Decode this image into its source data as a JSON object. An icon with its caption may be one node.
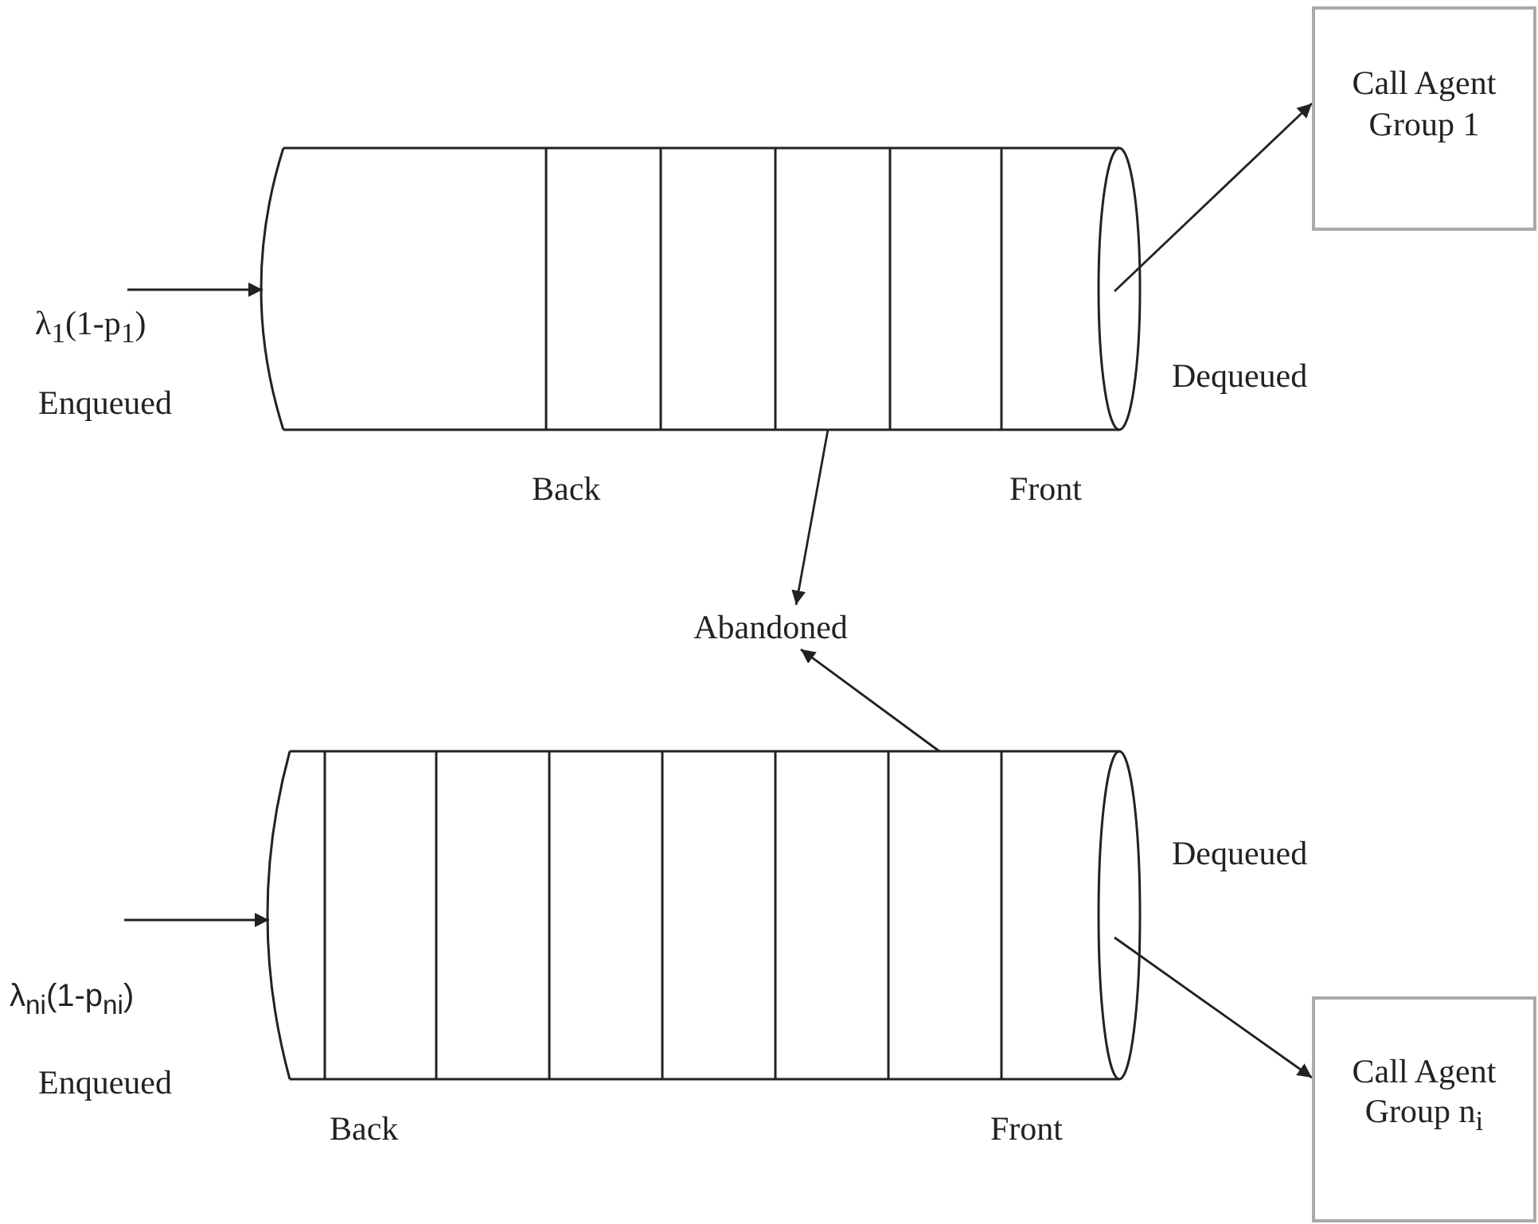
{
  "diagram": {
    "nodes": [
      {
        "text": [],
        "shape": "cylinder"
      },
      {
        "text": [
          "Call Agent Group 1"
        ]
      },
      {
        "text": [
          "Abandoned"
        ]
      },
      {
        "text": [],
        "shape": "cylinder"
      },
      {
        "text": [
          "Call Agent Group n$_{i}$"
        ]
      }
    ],
    "edges": [
      {
        "from": null,
        "to": 0,
        "arrow": "to"
      },
      {
        "from": 0,
        "to": 1,
        "arrow": "to"
      },
      {
        "from": 0,
        "to": 2,
        "arrow": "to"
      },
      {
        "from": 3,
        "to": 2,
        "arrow": "to"
      },
      {
        "from": null,
        "to": 3,
        "arrow": "to"
      },
      {
        "from": 3,
        "to": 4,
        "arrow": "to"
      }
    ],
    "labels": [
      "λ$_{1}$(1-p$_{1}$)",
      "Enqueued",
      "Dequeued",
      "Back",
      "Front",
      "Dequeued",
      "λ$_{ni}$(1-p$_{ni}$)",
      "Enqueued",
      "Back",
      "Front"
    ]
  }
}
